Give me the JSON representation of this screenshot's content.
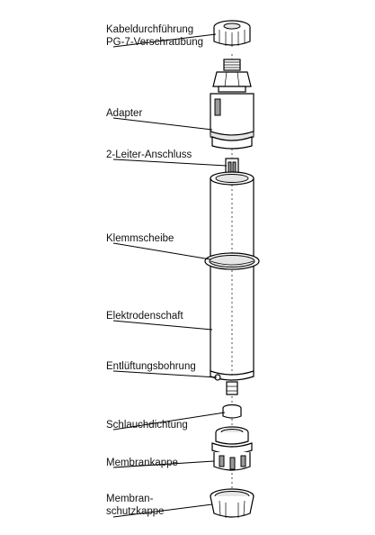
{
  "labels": {
    "kabel_line1": "Kabeldurchführung",
    "kabel_line2": "PG-7-Verschraubung",
    "adapter": "Adapter",
    "leiter": "2-Leiter-Anschluss",
    "klemmscheibe": "Klemmscheibe",
    "schaft": "Elektrodenschaft",
    "entlueftung": "Entlüftungsbohrung",
    "schlauch": "Schlauchdichtung",
    "membrankappe": "Membrankappe",
    "schutz_line1": "Membran-",
    "schutz_line2": "schutzkappe"
  },
  "colors": {
    "stroke": "#000000",
    "fill": "#ffffff",
    "shade": "#e6e6e6",
    "dark": "#9a9a9a"
  }
}
